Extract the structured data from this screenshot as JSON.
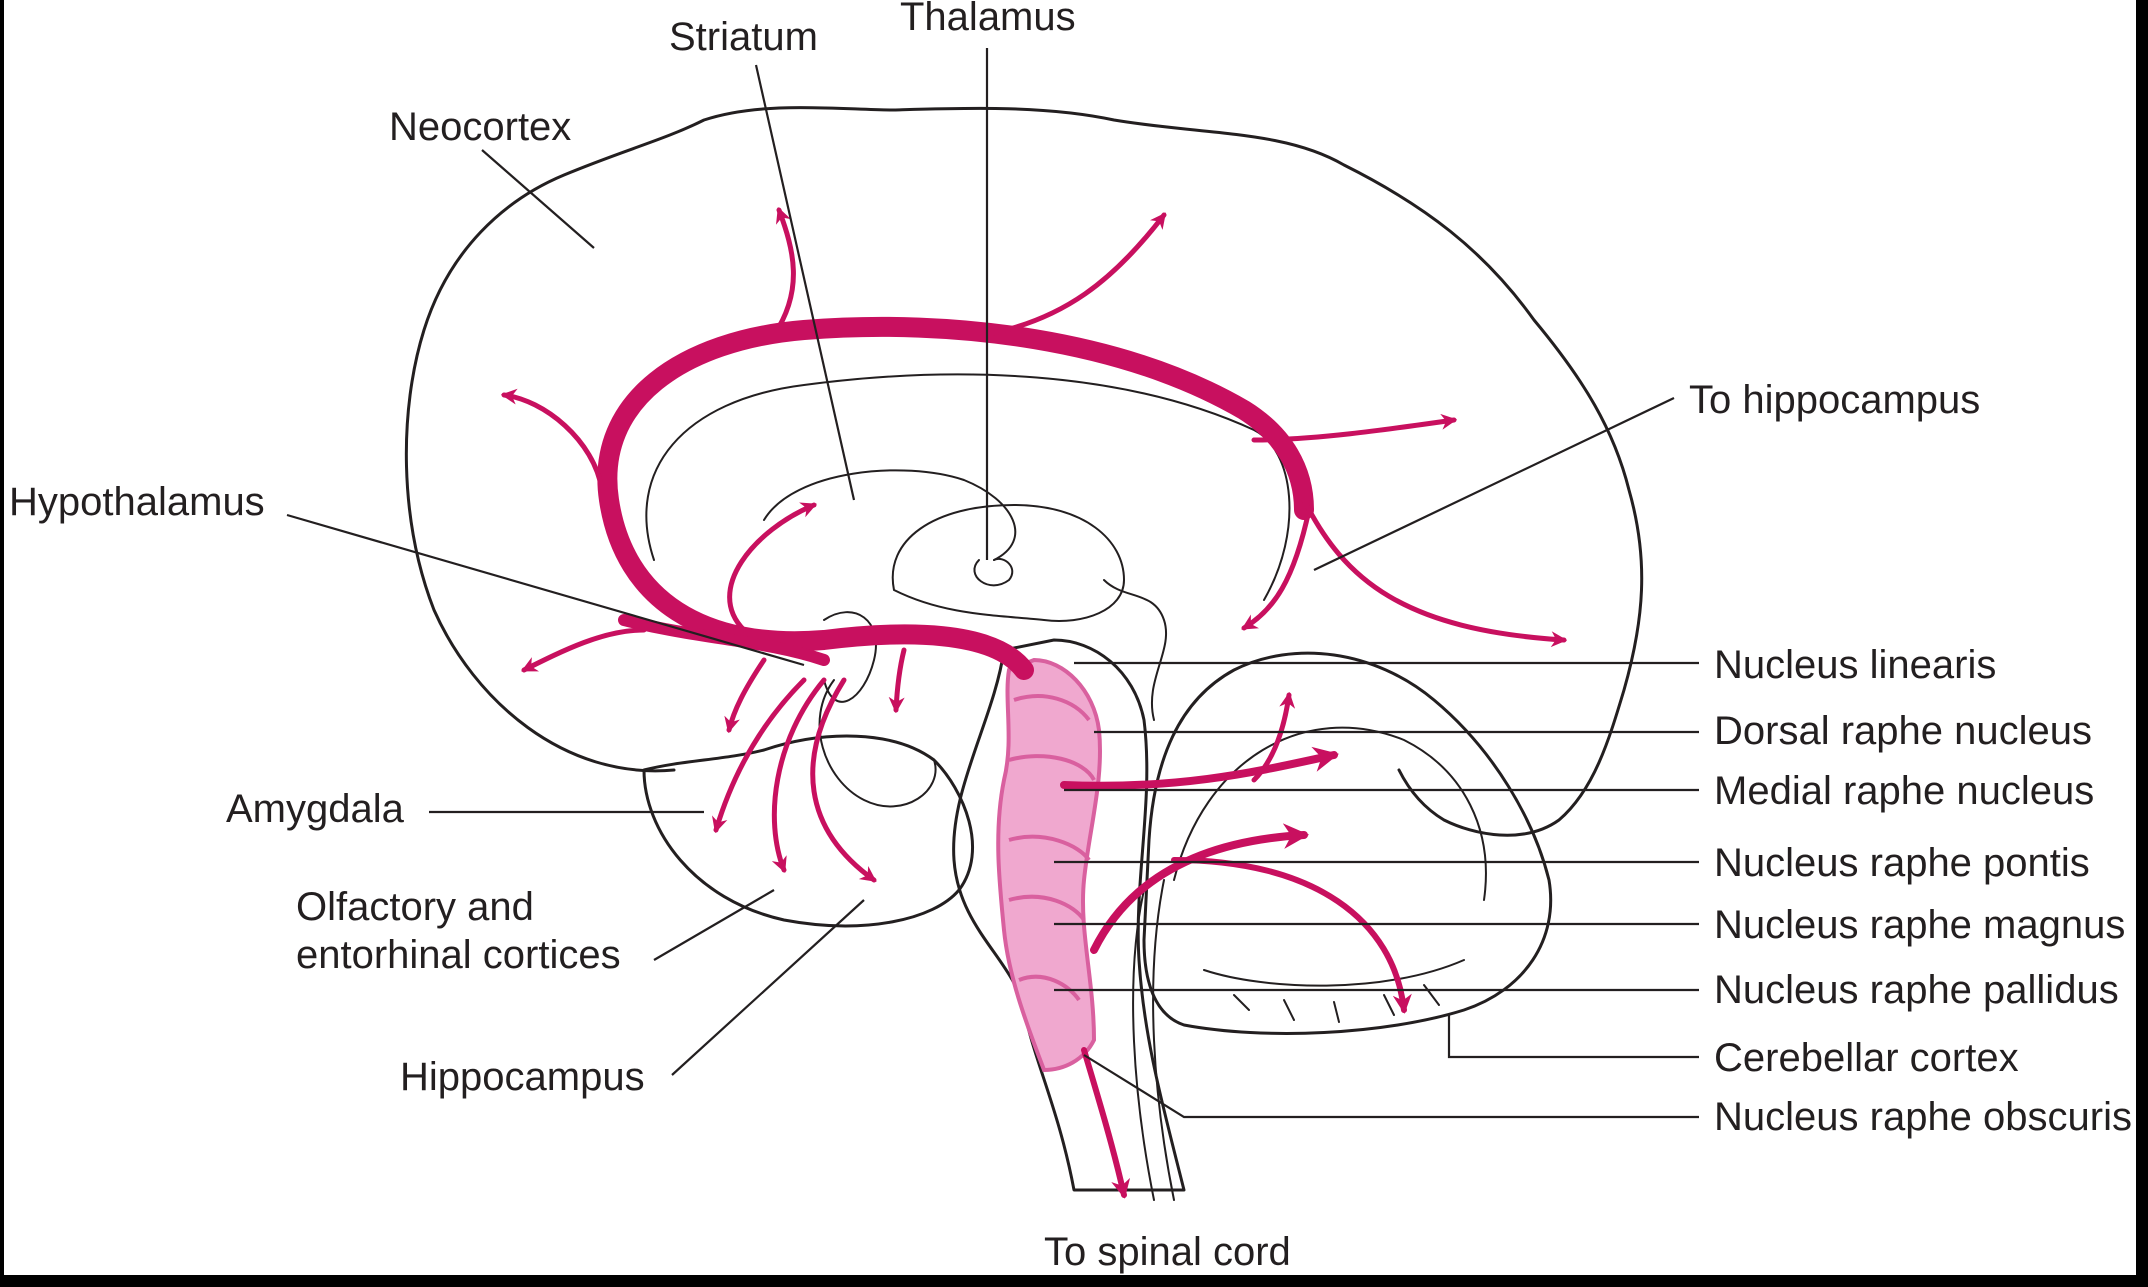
{
  "labels": {
    "striatum": "Striatum",
    "thalamus": "Thalamus",
    "neocortex": "Neocortex",
    "to_hippocampus": "To hippocampus",
    "hypothalamus": "Hypothalamus",
    "nucleus_linearis": "Nucleus linearis",
    "dorsal_raphe": "Dorsal raphe nucleus",
    "medial_raphe": "Medial raphe nucleus",
    "amygdala": "Amygdala",
    "nucleus_raphe_pontis": "Nucleus raphe pontis",
    "olfactory_line1": "Olfactory and",
    "olfactory_line2": "entorhinal cortices",
    "nucleus_raphe_magnus": "Nucleus raphe magnus",
    "nucleus_raphe_pallidus": "Nucleus raphe pallidus",
    "cerebellar_cortex": "Cerebellar cortex",
    "hippocampus": "Hippocampus",
    "nucleus_raphe_obscuris": "Nucleus raphe obscuris",
    "to_spinal_cord": "To spinal cord"
  },
  "colors": {
    "brain_fill": "#fbe0d6",
    "pathway": "#c8105f",
    "raphe_nuclei": "#f0a8cf",
    "raphe_outline": "#d9609f",
    "outline": "#231f20",
    "background": "#ffffff",
    "frame": "#000000"
  }
}
